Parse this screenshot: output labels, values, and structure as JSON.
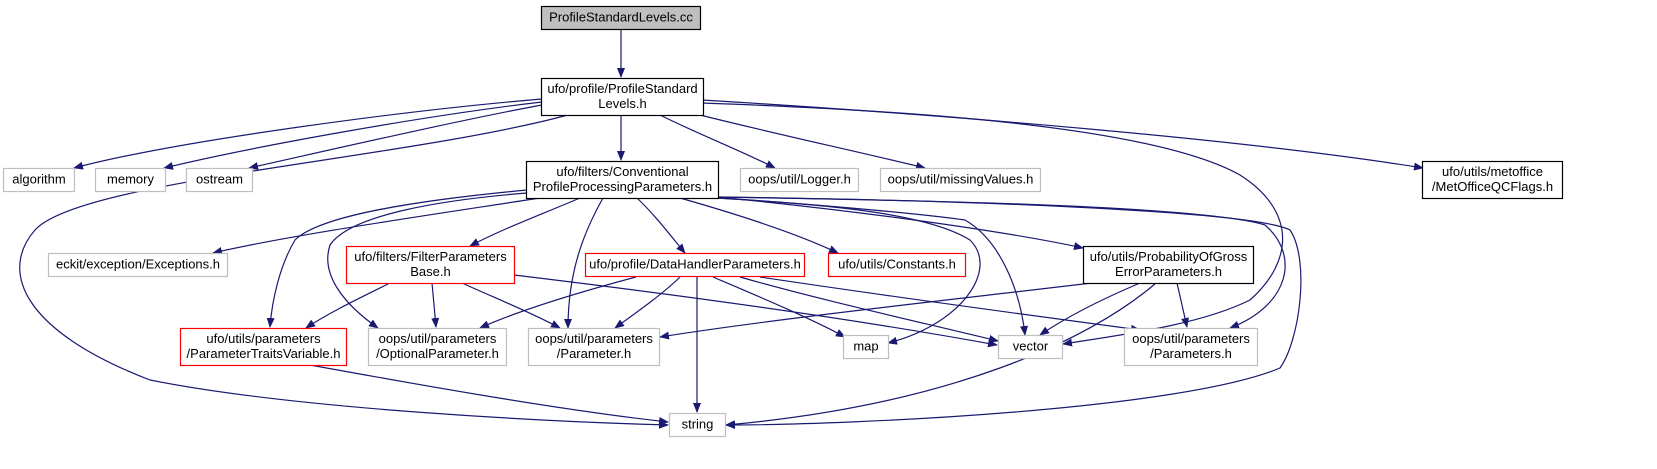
{
  "diagram": {
    "title": "",
    "colors": {
      "edge": "#191970",
      "root_fill": "#bfbfbf",
      "border_documented": "#000000",
      "border_truncated": "#ff0000",
      "border_external": "#bfbfbf"
    },
    "nodes": [
      {
        "id": "root",
        "lines": [
          "ProfileStandardLevels.cc"
        ],
        "kind": "root"
      },
      {
        "id": "psl_h",
        "lines": [
          "ufo/profile/ProfileStandard",
          "Levels.h"
        ],
        "kind": "documented"
      },
      {
        "id": "algorithm",
        "lines": [
          "algorithm"
        ],
        "kind": "external"
      },
      {
        "id": "memory",
        "lines": [
          "memory"
        ],
        "kind": "external"
      },
      {
        "id": "ostream",
        "lines": [
          "ostream"
        ],
        "kind": "external"
      },
      {
        "id": "cppp_h",
        "lines": [
          "ufo/filters/Conventional",
          "ProfileProcessingParameters.h"
        ],
        "kind": "documented"
      },
      {
        "id": "logger_h",
        "lines": [
          "oops/util/Logger.h"
        ],
        "kind": "external"
      },
      {
        "id": "missing_h",
        "lines": [
          "oops/util/missingValues.h"
        ],
        "kind": "external"
      },
      {
        "id": "metoffice_h",
        "lines": [
          "ufo/utils/metoffice",
          "/MetOfficeQCFlags.h"
        ],
        "kind": "documented"
      },
      {
        "id": "exceptions_h",
        "lines": [
          "eckit/exception/Exceptions.h"
        ],
        "kind": "external"
      },
      {
        "id": "fpb_h",
        "lines": [
          "ufo/filters/FilterParameters",
          "Base.h"
        ],
        "kind": "truncated"
      },
      {
        "id": "dhp_h",
        "lines": [
          "ufo/profile/DataHandlerParameters.h"
        ],
        "kind": "truncated"
      },
      {
        "id": "constants_h",
        "lines": [
          "ufo/utils/Constants.h"
        ],
        "kind": "truncated"
      },
      {
        "id": "pog_h",
        "lines": [
          "ufo/utils/ProbabilityOfGross",
          "ErrorParameters.h"
        ],
        "kind": "documented"
      },
      {
        "id": "ptv_h",
        "lines": [
          "ufo/utils/parameters",
          "/ParameterTraitsVariable.h"
        ],
        "kind": "truncated"
      },
      {
        "id": "optparam_h",
        "lines": [
          "oops/util/parameters",
          "/OptionalParameter.h"
        ],
        "kind": "external"
      },
      {
        "id": "param_h",
        "lines": [
          "oops/util/parameters",
          "/Parameter.h"
        ],
        "kind": "external"
      },
      {
        "id": "map",
        "lines": [
          "map"
        ],
        "kind": "external"
      },
      {
        "id": "vector",
        "lines": [
          "vector"
        ],
        "kind": "external"
      },
      {
        "id": "params_h",
        "lines": [
          "oops/util/parameters",
          "/Parameters.h"
        ],
        "kind": "external"
      },
      {
        "id": "string",
        "lines": [
          "string"
        ],
        "kind": "external"
      }
    ]
  }
}
